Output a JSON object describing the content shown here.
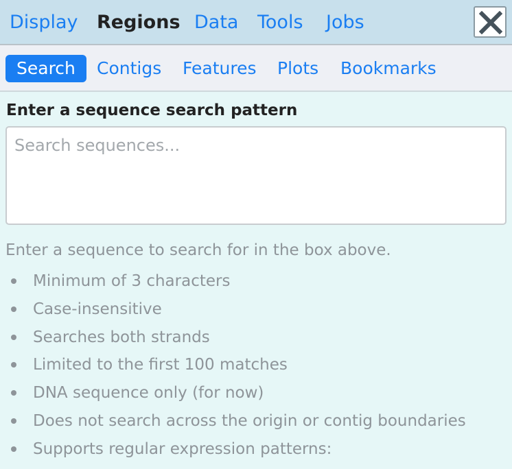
{
  "top_tabs": [
    {
      "label": "Display"
    },
    {
      "label": "Regions"
    },
    {
      "label": "Data"
    },
    {
      "label": "Tools"
    },
    {
      "label": "Jobs"
    }
  ],
  "active_top_tab": "Regions",
  "sub_tabs": [
    {
      "label": "Search"
    },
    {
      "label": "Contigs"
    },
    {
      "label": "Features"
    },
    {
      "label": "Plots"
    },
    {
      "label": "Bookmarks"
    }
  ],
  "active_sub_tab": "Search",
  "search": {
    "heading": "Enter a sequence search pattern",
    "placeholder": "Search sequences...",
    "value": ""
  },
  "help": {
    "intro": "Enter a sequence to search for in the box above.",
    "items": [
      "Minimum of 3 characters",
      "Case-insensitive",
      "Searches both strands",
      "Limited to the first 100 matches",
      "DNA sequence only (for now)",
      "Does not search across the origin or contig boundaries",
      "Supports regular expression patterns:"
    ]
  },
  "colors": {
    "accent": "#1a7ef2",
    "top_bar": "#c8e0ec",
    "panel_background": "#e6f7f7",
    "muted_text": "#8e9499"
  },
  "icons": {
    "close": "close-icon"
  }
}
